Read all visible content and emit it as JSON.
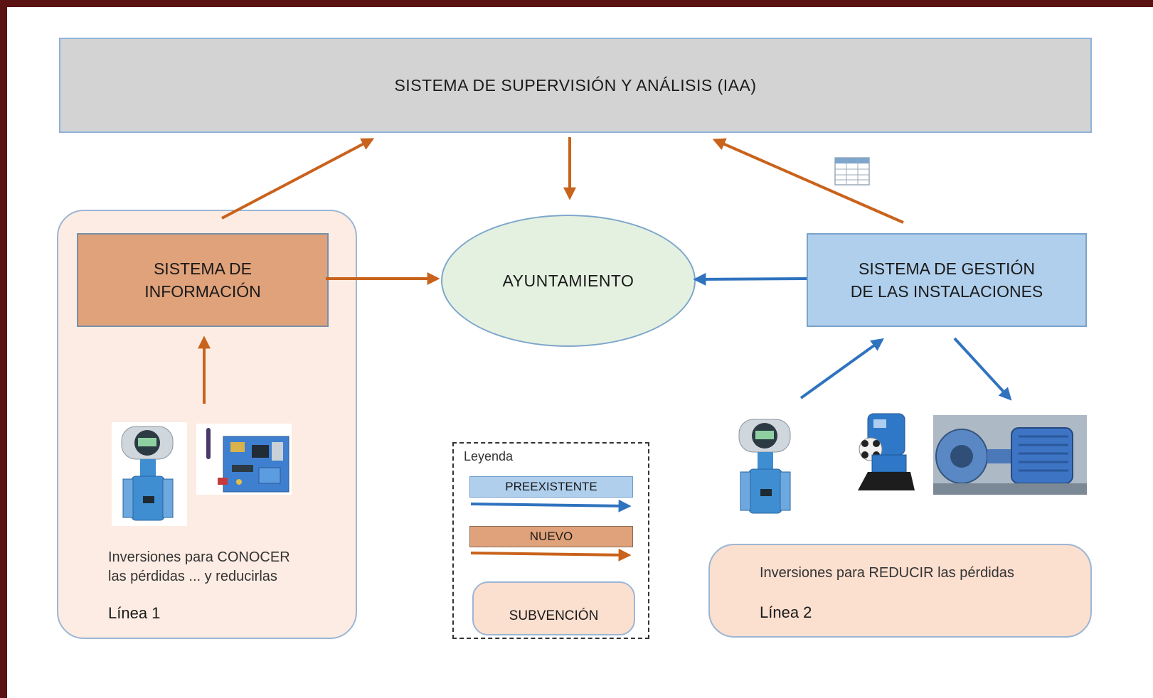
{
  "top_box": {
    "label": "SISTEMA DE SUPERVISIÓN Y ANÁLISIS (IAA)"
  },
  "info_box": {
    "line1": "SISTEMA DE",
    "line2": "INFORMACIÓN"
  },
  "ayuntamiento": {
    "label": "AYUNTAMIENTO"
  },
  "gestion_box": {
    "line1": "SISTEMA DE GESTIÓN",
    "line2": "DE LAS INSTALACIONES"
  },
  "line1_panel": {
    "text_line1": "Inversiones para CONOCER",
    "text_line2": "las pérdidas ... y reducirlas",
    "label": "Línea 1"
  },
  "line2_panel": {
    "text": "Inversiones para REDUCIR las pérdidas",
    "label": "Línea 2"
  },
  "legend": {
    "title": "Leyenda",
    "preexistente": "PREEXISTENTE",
    "nuevo": "NUEVO",
    "subvencion": "SUBVENCIÓN"
  },
  "colors": {
    "new_arrow": "#c9621b",
    "pre_arrow": "#2f73bf",
    "info_fill": "#e0a27a",
    "gestion_fill": "#b0cfec",
    "ayto_fill": "#e4f1e0",
    "panel_fill": "#fdece3",
    "top_fill": "#d3d3d3"
  },
  "icons": {
    "flowmeter": "flowmeter-icon",
    "circuit_board": "circuit-board-icon",
    "dosing_pump": "dosing-pump-icon",
    "motor_pump": "motor-pump-icon",
    "table": "table-icon"
  }
}
